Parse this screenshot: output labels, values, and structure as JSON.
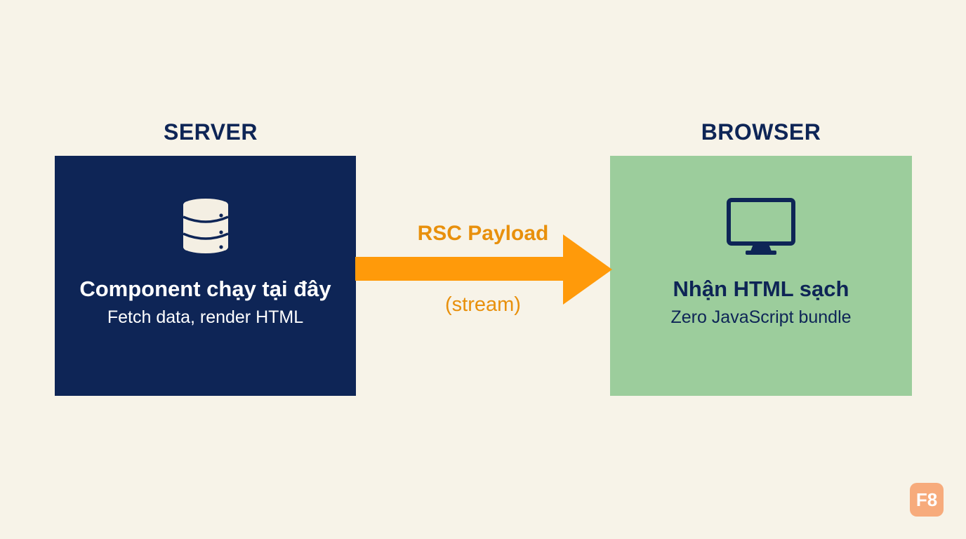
{
  "server": {
    "heading": "SERVER",
    "icon": "database-icon",
    "title": "Component chạy tại đây",
    "subtitle": "Fetch data, render HTML"
  },
  "arrow": {
    "label_top": "RSC Payload",
    "label_bottom": "(stream)",
    "color": "#ff9a0a"
  },
  "browser": {
    "heading": "BROWSER",
    "icon": "monitor-icon",
    "title": "Nhận HTML sạch",
    "subtitle": "Zero JavaScript bundle"
  },
  "colors": {
    "background": "#f7f3e8",
    "server_box": "#0e2556",
    "browser_box": "#9ccd9c",
    "arrow_text": "#e8900c",
    "badge": "#f7ab7c"
  },
  "badge": {
    "logo_text": "F8"
  }
}
